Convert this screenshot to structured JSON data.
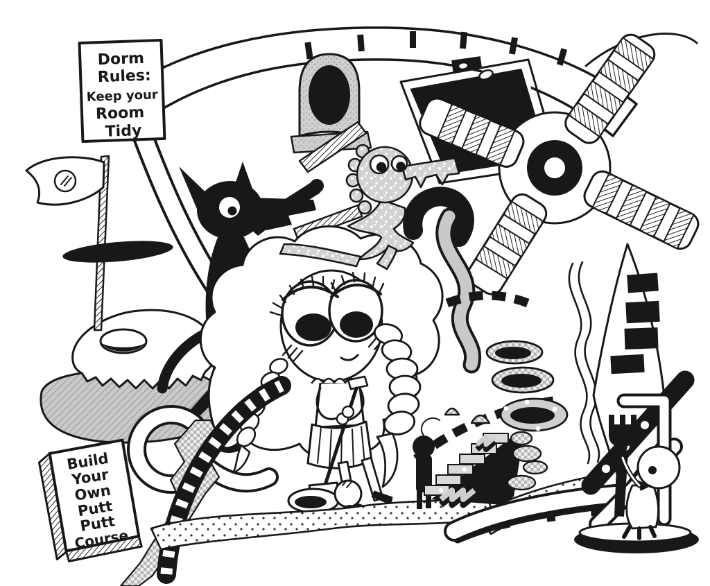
{
  "artwork": {
    "style": "black-and-white hand-drawn cartoon",
    "theme": "cluttered dorm room built into a putt-putt golf course"
  },
  "palette": {
    "ink": "#181818",
    "paper": "#ffffff",
    "gray": "#c9c9c9",
    "light_gray": "#e6e6e6"
  },
  "dorm_sign": {
    "lines": [
      "Dorm",
      "Rules:",
      "Keep your",
      "Room",
      "Tidy"
    ]
  },
  "putt_book": {
    "lines": [
      "Build",
      "Your",
      "Own",
      "Putt",
      "Putt",
      "Course"
    ]
  },
  "elements": [
    "dorm rules sign",
    "curved striped track arc",
    "windmill with striped blades",
    "dark doorway",
    "gray arch portal",
    "black fox creature holding hatched sticks",
    "speckled lizard creature",
    "flag on hatched pole",
    "donut-shaped golf green with hole",
    "girl with cloud hair and braids holding a putter",
    "golf ball on keyhole tee",
    "golf cup hole",
    "small black peg figure",
    "gray staircase",
    "checkered pebbles",
    "stacked ring tunnels",
    "wavy squiggle path",
    "slanted tower with black windows",
    "black strap with white dots",
    "white frame chair",
    "white creature holding a black fork",
    "black oval base",
    "curved footbridge",
    "dotted sand path",
    "white loop track",
    "checkered zigzag ramp",
    "striped ladder track",
    "putt putt course handbook"
  ]
}
